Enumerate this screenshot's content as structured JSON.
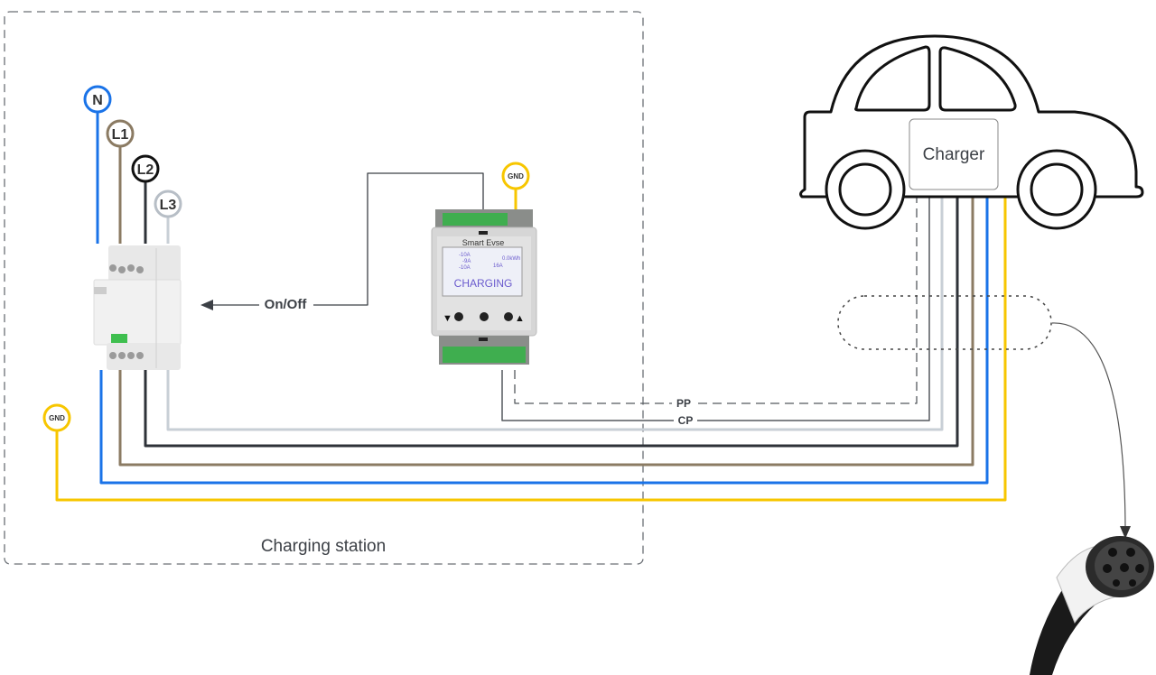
{
  "station": {
    "label": "Charging station"
  },
  "contactor": {
    "terminals": [
      "N",
      "L1",
      "L2",
      "L3"
    ]
  },
  "gnd_labels": {
    "left": "GND",
    "evse": "GND"
  },
  "evse": {
    "brand": "Smart Evse",
    "status": "CHARGING",
    "readings": [
      "-10A",
      "-9A",
      "-10A",
      "16A",
      "0.0kWh"
    ]
  },
  "signals": {
    "on_off": "On/Off",
    "pp": "PP",
    "cp": "CP"
  },
  "car": {
    "charger_label": "Charger"
  },
  "colors": {
    "N": "#1a73e8",
    "L1": "#8b7b63",
    "L2": "#111111",
    "L3": "#b7bec6",
    "GND": "#f7c600",
    "dark_wire": "#3c4046",
    "cp_wire": "#55595e",
    "lcd_text": "#6a5acd"
  }
}
